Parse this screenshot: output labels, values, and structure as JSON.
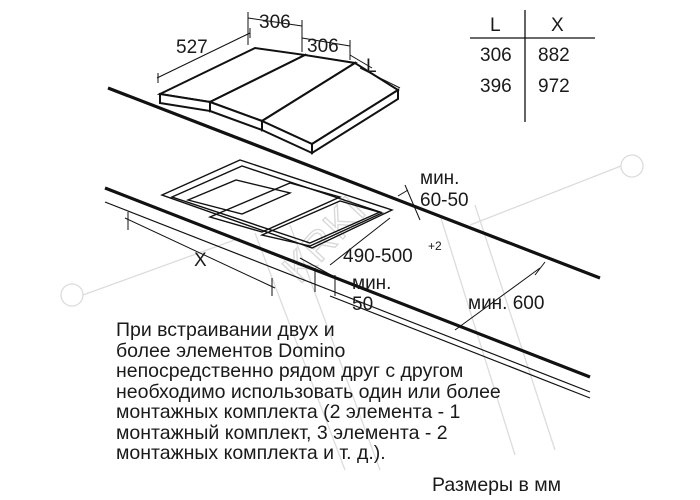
{
  "watermark": "KRKI",
  "top_view": {
    "dim_depth": "527",
    "dim_width_1": "306",
    "dim_width_2": "306",
    "dim_label_L": "L"
  },
  "table": {
    "headers": [
      "L",
      "X"
    ],
    "rows": [
      [
        "306",
        "882"
      ],
      [
        "396",
        "972"
      ]
    ]
  },
  "cutout_view": {
    "min_label_1": "мин.",
    "min_value_1": "60-50",
    "cutout_depth": "490-500",
    "cutout_tolerance": "+2",
    "x_label": "X",
    "min_label_2": "мин.",
    "min_value_2": "50",
    "min_600": "мин. 600"
  },
  "note_lines": [
    "При встраивании двух и",
    "более элементов Domino",
    "непосредственно рядом друг с другом",
    "необходимо использовать один или более",
    "монтажных комплекта (2 элемента - 1",
    "монтажный комплект, 3 элемента - 2",
    "монтажных комплекта и т. д.)."
  ],
  "units_note": "Размеры в мм"
}
